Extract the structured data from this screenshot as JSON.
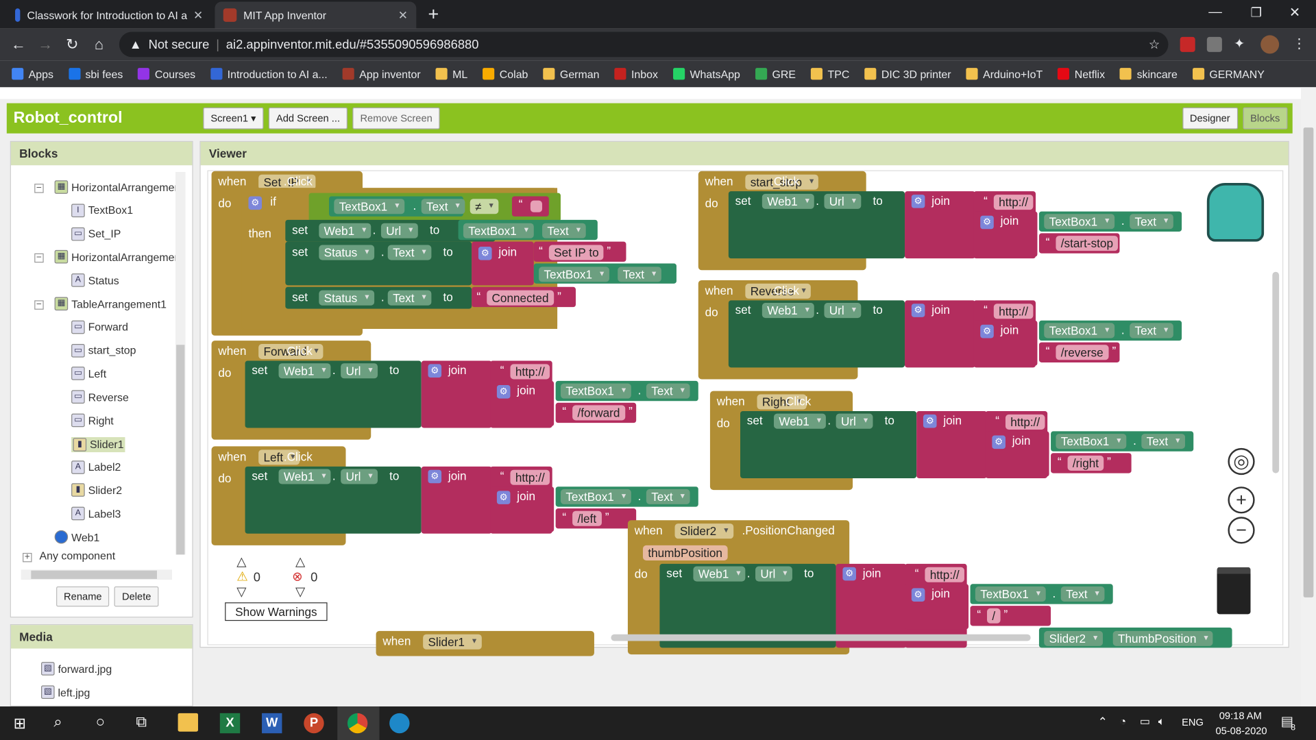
{
  "browser": {
    "tabs": [
      {
        "title": "Classwork for Introduction to AI a",
        "active": false,
        "color": "#3367d6"
      },
      {
        "title": "MIT App Inventor",
        "active": true,
        "color": "#7a1f1f"
      }
    ],
    "security": "Not secure",
    "url": "ai2.appinventor.mit.edu/#5355090596986880",
    "bookmarks": [
      "Apps",
      "sbi fees",
      "Courses",
      "Introduction to AI a...",
      "App inventor",
      "ML",
      "Colab",
      "German",
      "Inbox",
      "WhatsApp",
      "GRE",
      "TPC",
      "DIC 3D printer",
      "Arduino+IoT",
      "Netflix",
      "skincare",
      "GERMANY"
    ]
  },
  "app": {
    "project_name": "Robot_control",
    "screen_dropdown": "Screen1",
    "add_screen": "Add Screen ...",
    "remove_screen": "Remove Screen",
    "designer": "Designer",
    "blocks": "Blocks"
  },
  "blocks_panel": {
    "title": "Blocks",
    "items": [
      "HorizontalArrangemen",
      "TextBox1",
      "Set_IP",
      "HorizontalArrangemen",
      "Status",
      "TableArrangement1",
      "Forward",
      "start_stop",
      "Left",
      "Reverse",
      "Right",
      "Slider1",
      "Label2",
      "Slider2",
      "Label3",
      "Web1",
      "Any component"
    ],
    "rename": "Rename",
    "delete": "Delete"
  },
  "media_panel": {
    "title": "Media",
    "files": [
      "forward.jpg",
      "left.jpg"
    ]
  },
  "viewer": {
    "title": "Viewer",
    "warnings_count": "0",
    "errors_count": "0",
    "show_warnings": "Show Warnings"
  },
  "code": {
    "when": "when",
    "do": "do",
    "set": "set",
    "to": "to",
    "join": "join",
    "if": "if",
    "then": "then",
    "click": ".Click",
    "dot": ".",
    "set_ip": "Set_IP",
    "textbox": "TextBox1",
    "text": "Text",
    "neq": "≠",
    "web1": "Web1",
    "url": "Url",
    "status": "Status",
    "set_ip_to": "Set IP to",
    "connected": "Connected",
    "http": "http://",
    "forward": "Forward",
    "forward_path": "/forward",
    "left": "Left",
    "left_path": "/left",
    "start_stop": "start_stop",
    "start_stop_path": "/start-stop",
    "reverse": "Reverse",
    "reverse_path": "/reverse",
    "right": "Right",
    "right_path": "/right",
    "slider2": "Slider2",
    "position_changed": ".PositionChanged",
    "thumb_position": "thumbPosition",
    "slash": "/",
    "thumbposition_prop": "ThumbPosition",
    "slider1": "Slider1"
  },
  "taskbar": {
    "lang": "ENG",
    "time": "09:18 AM",
    "date": "05-08-2020",
    "notif": "8"
  }
}
